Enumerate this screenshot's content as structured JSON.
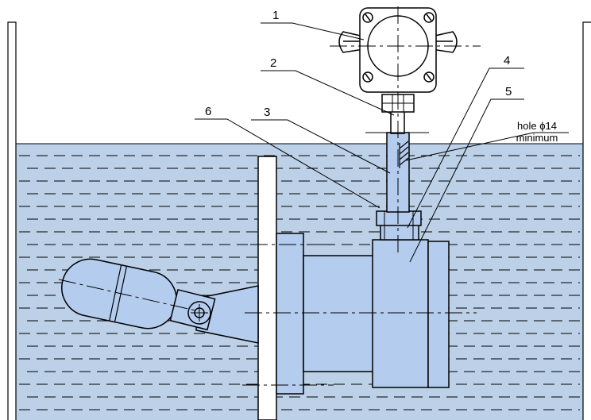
{
  "colors": {
    "water": "#bcd0e8",
    "part": "#b4cdee",
    "line": "#000000",
    "background": "#ffffff"
  },
  "callouts": [
    "1",
    "2",
    "3",
    "4",
    "5",
    "6"
  ],
  "hole_note": {
    "line1": "hole ϕ14",
    "line2": "minimum"
  }
}
